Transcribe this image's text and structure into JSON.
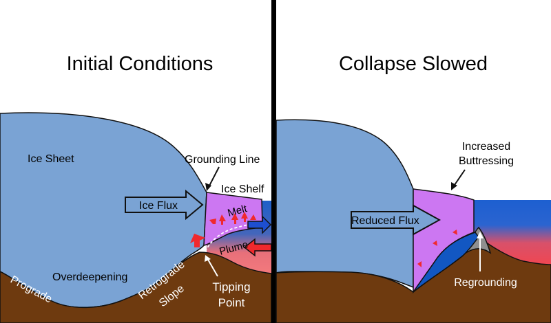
{
  "left_panel": {
    "title": "Initial Conditions",
    "labels": {
      "ice_sheet": "Ice Sheet",
      "grounding_line": "Grounding Line",
      "ice_shelf": "Ice Shelf",
      "ice_flux": "Ice Flux",
      "melt": "Melt",
      "plume": "Plume",
      "overdeepening": "Overdeepening",
      "prograde": "Prograde",
      "retrograde_line1": "Retrograde",
      "retrograde_line2": "Slope",
      "tipping_line1": "Tipping",
      "tipping_line2": "Point"
    }
  },
  "right_panel": {
    "title": "Collapse Slowed",
    "labels": {
      "increased_line1": "Increased",
      "increased_line2": "Buttressing",
      "reduced_flux": "Reduced Flux",
      "regrounding": "Regrounding"
    }
  },
  "colors": {
    "ice": "#7aa3d4",
    "shelf": "#cc77f2",
    "bed": "#6e3a0f",
    "ocean_blue": "#1257c2",
    "ocean_warm": "#f46b6f",
    "red_arrow": "#f0292d",
    "divider": "#000000"
  }
}
